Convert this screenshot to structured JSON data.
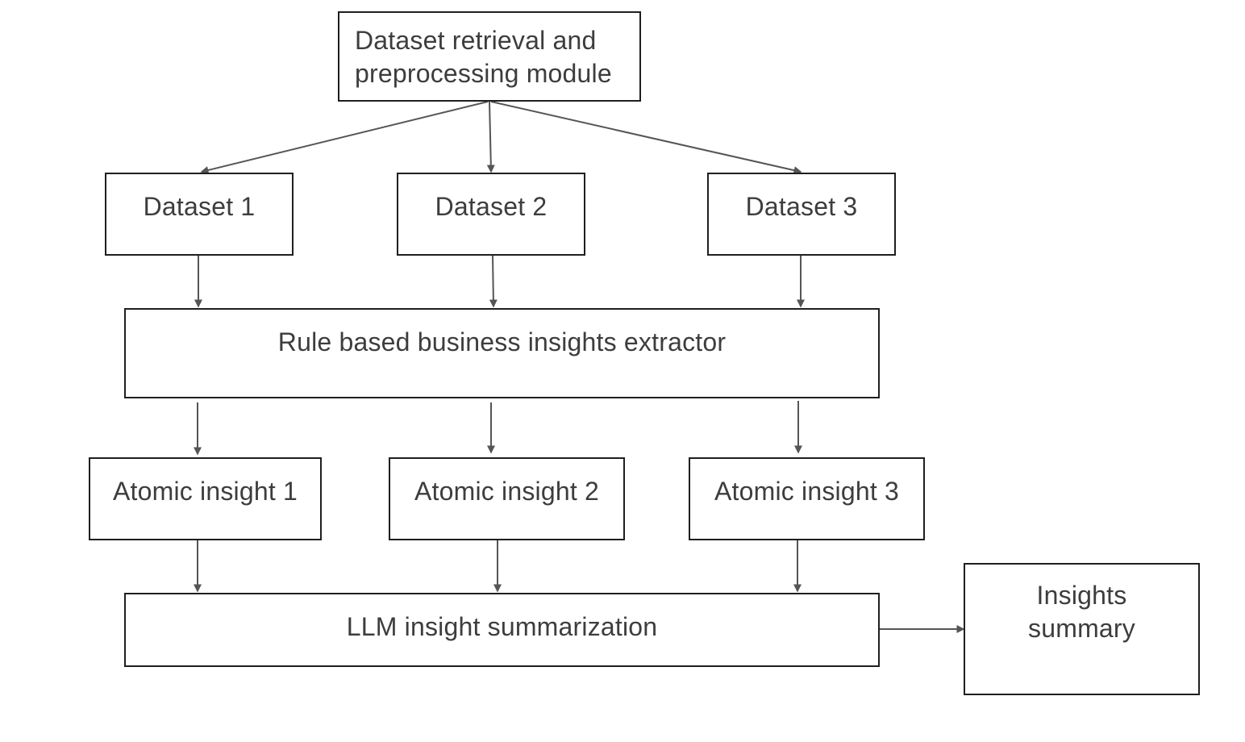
{
  "colors": {
    "box_border": "#1f1f1f",
    "text": "#3d3d3d",
    "arrow": "#555555",
    "background": "#ffffff"
  },
  "nodes": {
    "retrieval": {
      "line1": "Dataset retrieval and",
      "line2": "preprocessing module"
    },
    "dataset1": {
      "label": "Dataset 1"
    },
    "dataset2": {
      "label": "Dataset 2"
    },
    "dataset3": {
      "label": "Dataset 3"
    },
    "extractor": {
      "label": "Rule based business insights extractor"
    },
    "atomic1": {
      "label": "Atomic insight 1"
    },
    "atomic2": {
      "label": "Atomic insight 2"
    },
    "atomic3": {
      "label": "Atomic insight 3"
    },
    "summarization": {
      "label": "LLM insight summarization"
    },
    "summary": {
      "line1": "Insights",
      "line2": "summary"
    }
  },
  "edges": [
    {
      "from": "retrieval",
      "to": "dataset1"
    },
    {
      "from": "retrieval",
      "to": "dataset2"
    },
    {
      "from": "retrieval",
      "to": "dataset3"
    },
    {
      "from": "dataset1",
      "to": "extractor"
    },
    {
      "from": "dataset2",
      "to": "extractor"
    },
    {
      "from": "dataset3",
      "to": "extractor"
    },
    {
      "from": "extractor",
      "to": "atomic1"
    },
    {
      "from": "extractor",
      "to": "atomic2"
    },
    {
      "from": "extractor",
      "to": "atomic3"
    },
    {
      "from": "atomic1",
      "to": "summarization"
    },
    {
      "from": "atomic2",
      "to": "summarization"
    },
    {
      "from": "atomic3",
      "to": "summarization"
    },
    {
      "from": "summarization",
      "to": "summary"
    }
  ]
}
